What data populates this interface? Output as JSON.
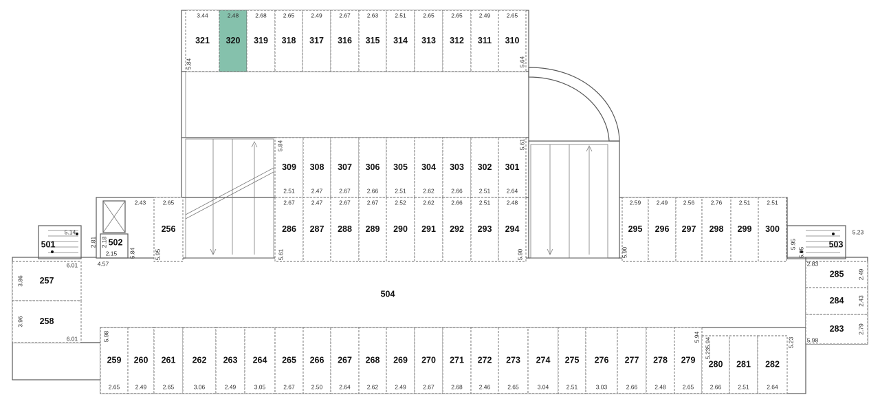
{
  "plan": {
    "corridor": "504",
    "selected": "320",
    "colors": {
      "selected": "#85c1ac",
      "wall": "#5a5a5a"
    },
    "spaces": [
      {
        "n": "321",
        "top": "3.44"
      },
      {
        "n": "320",
        "top": "2.48"
      },
      {
        "n": "319",
        "top": "2.68"
      },
      {
        "n": "318",
        "top": "2.65"
      },
      {
        "n": "317",
        "top": "2.49"
      },
      {
        "n": "316",
        "top": "2.67"
      },
      {
        "n": "315",
        "top": "2.63"
      },
      {
        "n": "314",
        "top": "2.51"
      },
      {
        "n": "313",
        "top": "2.65"
      },
      {
        "n": "312",
        "top": "2.65"
      },
      {
        "n": "311",
        "top": "2.49"
      },
      {
        "n": "310",
        "top": "2.65"
      },
      {
        "n": "309",
        "bot": "2.51"
      },
      {
        "n": "308",
        "bot": "2.47"
      },
      {
        "n": "307",
        "bot": "2.67"
      },
      {
        "n": "306",
        "bot": "2.66"
      },
      {
        "n": "305",
        "bot": "2.51"
      },
      {
        "n": "304",
        "bot": "2.62"
      },
      {
        "n": "303",
        "bot": "2.66"
      },
      {
        "n": "302",
        "bot": "2.51"
      },
      {
        "n": "301",
        "bot": "2.64"
      },
      {
        "n": "286",
        "top": "2.67"
      },
      {
        "n": "287",
        "top": "2.47"
      },
      {
        "n": "288",
        "top": "2.67"
      },
      {
        "n": "289",
        "top": "2.67"
      },
      {
        "n": "290",
        "top": "2.52"
      },
      {
        "n": "291",
        "top": "2.62"
      },
      {
        "n": "292",
        "top": "2.66"
      },
      {
        "n": "293",
        "top": "2.51"
      },
      {
        "n": "294",
        "top": "2.48"
      },
      {
        "n": "295",
        "top": "2.59"
      },
      {
        "n": "296",
        "top": "2.49"
      },
      {
        "n": "297",
        "top": "2.56"
      },
      {
        "n": "298",
        "top": "2.76"
      },
      {
        "n": "299",
        "top": "2.51"
      },
      {
        "n": "300",
        "top": "2.51"
      },
      {
        "n": "259",
        "bot": "2.65"
      },
      {
        "n": "260",
        "bot": "2.49"
      },
      {
        "n": "261",
        "bot": "2.65"
      },
      {
        "n": "262",
        "bot": "3.06"
      },
      {
        "n": "263",
        "bot": "2.49"
      },
      {
        "n": "264",
        "bot": "3.05"
      },
      {
        "n": "265",
        "bot": "2.67"
      },
      {
        "n": "266",
        "bot": "2.50"
      },
      {
        "n": "267",
        "bot": "2.64"
      },
      {
        "n": "268",
        "bot": "2.62"
      },
      {
        "n": "269",
        "bot": "2.49"
      },
      {
        "n": "270",
        "bot": "2.67"
      },
      {
        "n": "271",
        "bot": "2.68"
      },
      {
        "n": "272",
        "bot": "2.46"
      },
      {
        "n": "273",
        "bot": "2.65"
      },
      {
        "n": "274",
        "bot": "3.04"
      },
      {
        "n": "275",
        "bot": "2.51"
      },
      {
        "n": "276",
        "bot": "3.03"
      },
      {
        "n": "277",
        "bot": "2.66"
      },
      {
        "n": "278",
        "bot": "2.48"
      },
      {
        "n": "279",
        "bot": "2.65"
      },
      {
        "n": "280",
        "bot": "2.66"
      },
      {
        "n": "281",
        "bot": "2.51"
      },
      {
        "n": "282",
        "bot": "2.64"
      },
      {
        "n": "283",
        "side": "2.79"
      },
      {
        "n": "284",
        "side": "2.43"
      },
      {
        "n": "285",
        "side": "2.49"
      },
      {
        "n": "256",
        "top": "2.65"
      },
      {
        "n": "257",
        "side": "3.86"
      },
      {
        "n": "258",
        "side": "3.96"
      },
      {
        "n": "501",
        "top": "5.14"
      },
      {
        "n": "502"
      },
      {
        "n": "503",
        "top": "5.23"
      }
    ],
    "extra_dims": [
      "2.43",
      "2.81",
      "2.18",
      "2.15",
      "4.57",
      "6.01",
      "6.01",
      "5.84",
      "5.95",
      "5.84",
      "5.64",
      "5.84",
      "5.61",
      "5.61",
      "5.90",
      "5.90",
      "5.95",
      "5.95",
      "2.83",
      "5.98",
      "5.98",
      "5.94",
      "5.94",
      "5.23",
      "5.23"
    ]
  }
}
